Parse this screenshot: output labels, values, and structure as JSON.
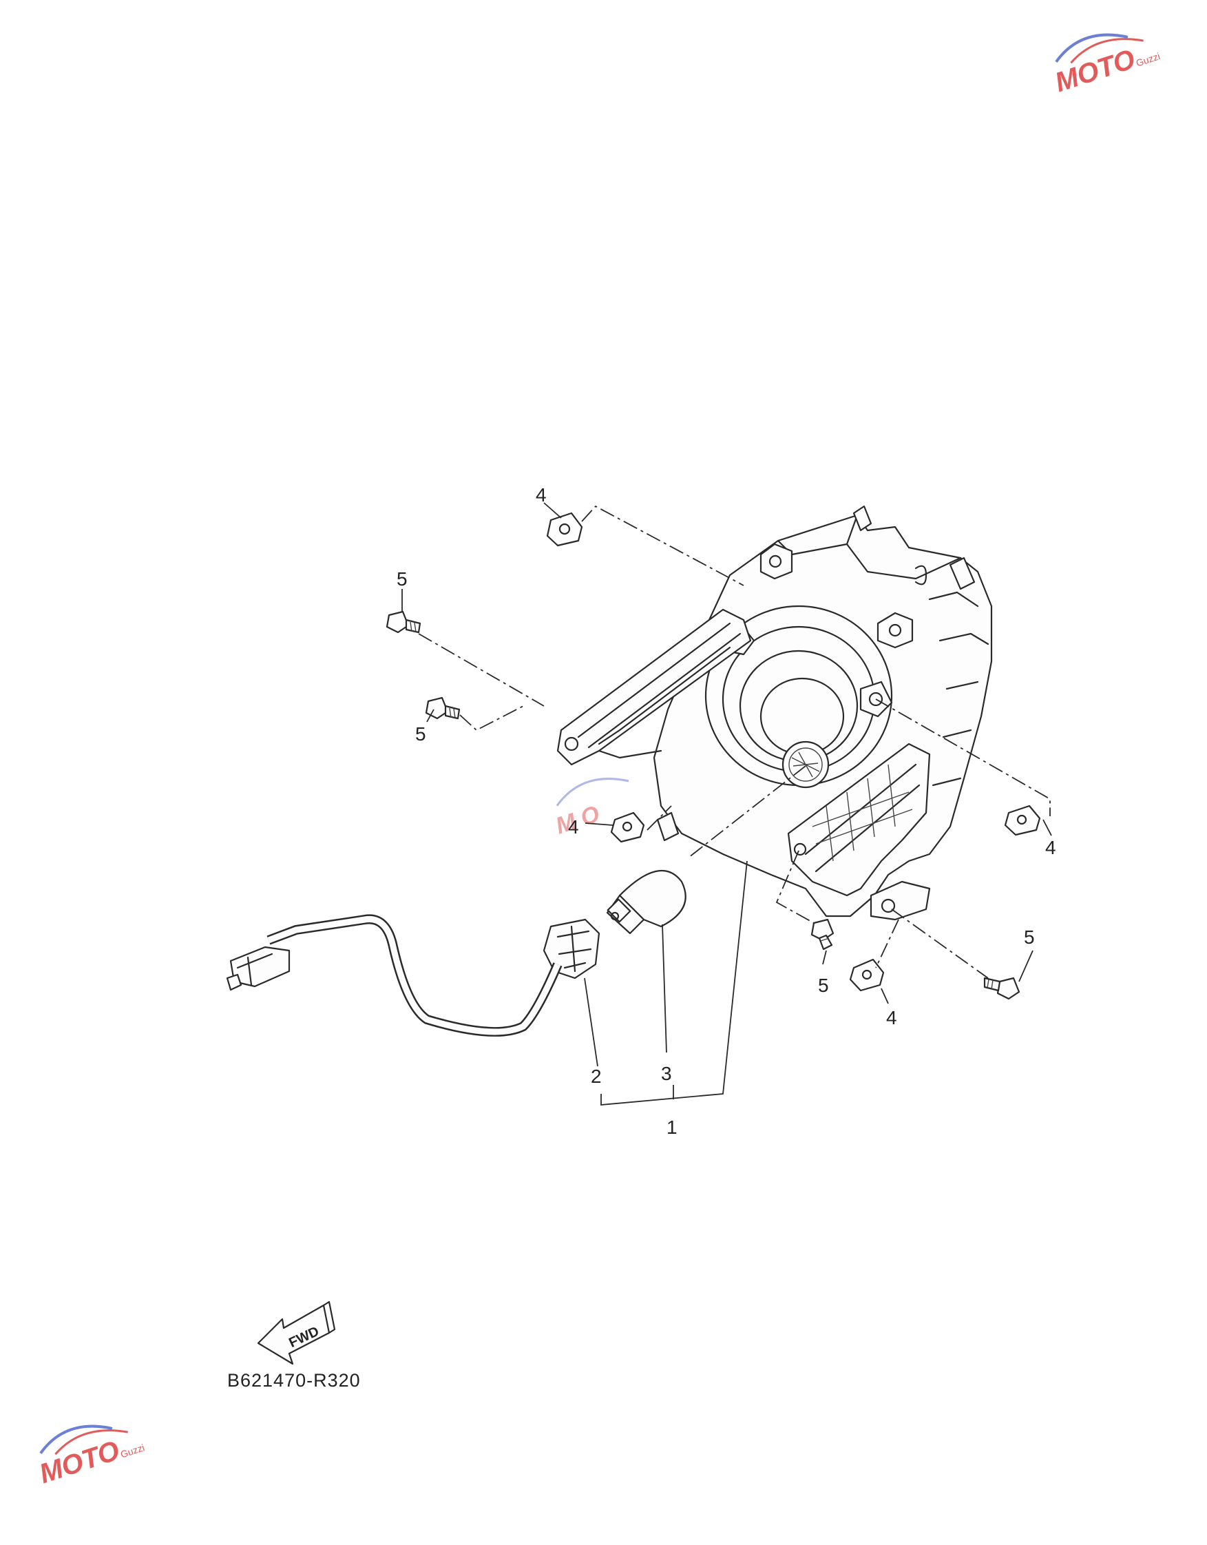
{
  "diagram": {
    "reference_code": "B621470-R320",
    "fwd_label": "FWD",
    "callouts": {
      "c1": "1",
      "c2": "2",
      "c3": "3",
      "c4_top": "4",
      "c4_left": "4",
      "c4_right": "4",
      "c4_bottom": "4",
      "c5_top": "5",
      "c5_left": "5",
      "c5_bottom": "5",
      "c5_right": "5"
    }
  },
  "watermark": {
    "text": "MOTO",
    "subtext": "Guzzi"
  },
  "colors": {
    "line": "#2a2a2a",
    "watermark_red": "#e25a5a",
    "watermark_blue": "#6b7fd6"
  }
}
